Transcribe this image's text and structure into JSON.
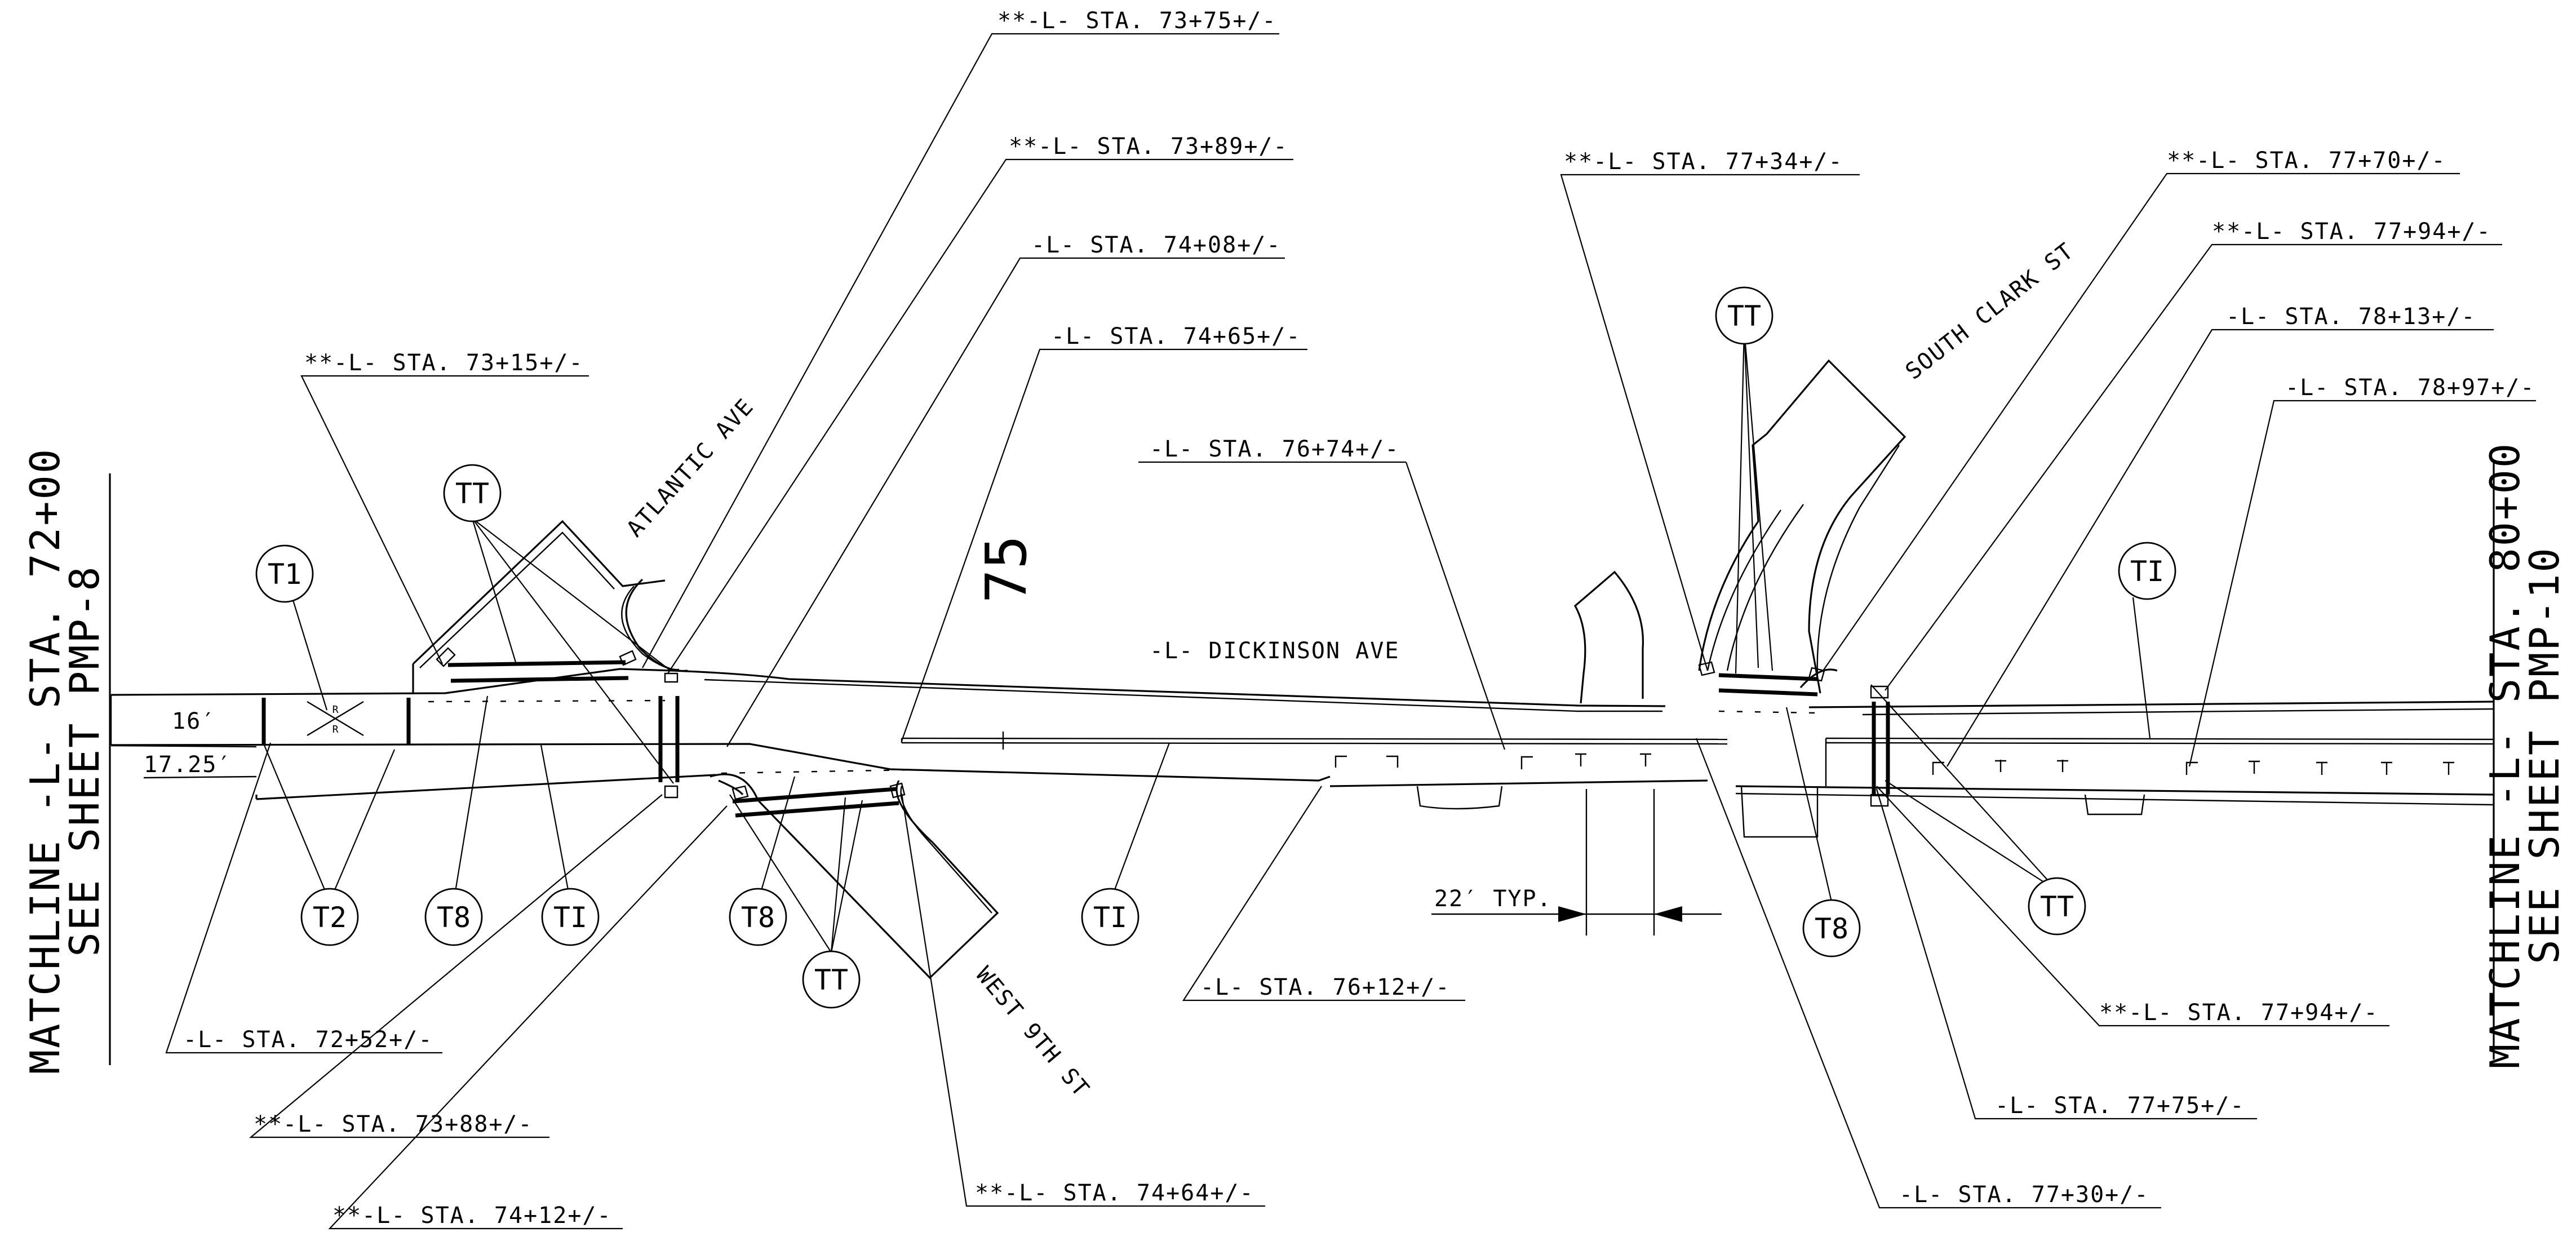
{
  "sheet": {
    "matchline_left": "MATCHLINE -L- STA. 72+00",
    "see_sheet_left": "SEE SHEET PMP-8",
    "matchline_right": "MATCHLINE -L- STA. 80+00",
    "see_sheet_right": "SEE SHEET PMP-10",
    "station_marker": "75",
    "lane_width_1": "16′",
    "lane_width_2": "17.25′",
    "typical_dimension": "22′ TYP."
  },
  "streets": {
    "main": "-L- DICKINSON AVE",
    "atlantic": "ATLANTIC AVE",
    "west9th": "WEST 9TH ST",
    "southclark": "SOUTH CLARK ST"
  },
  "callouts": {
    "sta_73_75": "**-L- STA. 73+75+/-",
    "sta_73_89": "**-L- STA. 73+89+/-",
    "sta_74_08": "-L- STA. 74+08+/-",
    "sta_74_65": "-L- STA. 74+65+/-",
    "sta_73_15": "**-L- STA. 73+15+/-",
    "sta_76_74": "-L- STA. 76+74+/-",
    "sta_77_34": "**-L- STA. 77+34+/-",
    "sta_77_70": "**-L- STA. 77+70+/-",
    "sta_77_94_top": "**-L- STA. 77+94+/-",
    "sta_78_13": "-L- STA. 78+13+/-",
    "sta_78_97": "-L- STA. 78+97+/-",
    "sta_72_52": "-L- STA. 72+52+/-",
    "sta_73_88": "**-L- STA. 73+88+/-",
    "sta_74_12": "**-L- STA. 74+12+/-",
    "sta_74_64": "**-L- STA. 74+64+/-",
    "sta_76_12": "-L- STA. 76+12+/-",
    "sta_77_94_bot": "**-L- STA. 77+94+/-",
    "sta_77_75": "-L- STA. 77+75+/-",
    "sta_77_30": "-L- STA. 77+30+/-"
  },
  "tags": {
    "t1": "T1",
    "tt_upper_left": "TT",
    "t2": "T2",
    "t8_left": "T8",
    "ti_left": "TI",
    "t8_mid": "T8",
    "tt_mid": "TT",
    "ti_mid": "TI",
    "tt_top": "TT",
    "t8_right": "T8",
    "tt_right": "TT",
    "ti_right": "TI"
  }
}
